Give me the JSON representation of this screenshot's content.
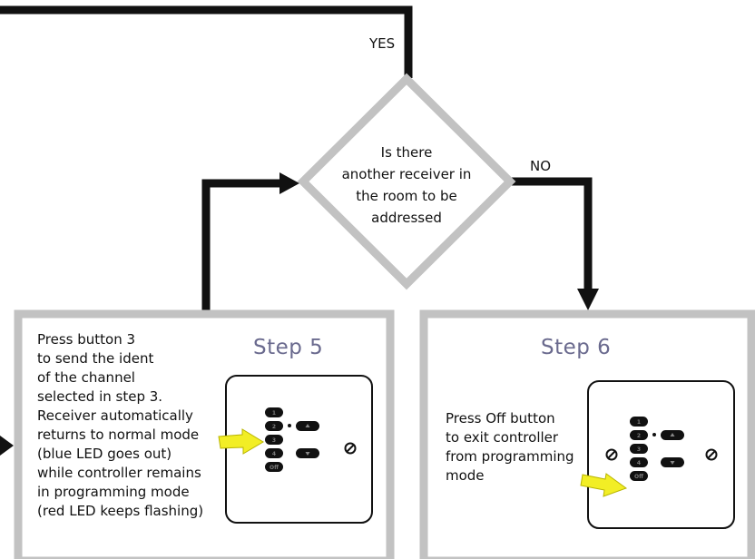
{
  "decision": {
    "question_lines": [
      "Is there",
      "another receiver in",
      "the room to be",
      "addressed"
    ],
    "yes_label": "YES",
    "no_label": "NO"
  },
  "step5": {
    "title": "Step 5",
    "lines": [
      "Press button 3",
      "to send the ident",
      "of the channel",
      "selected in step 3.",
      "Receiver automatically",
      "returns to normal mode",
      "(blue LED goes out)",
      "while controller remains",
      "in programming mode",
      "(red LED keeps flashing)"
    ],
    "controller": {
      "buttons": [
        "1",
        "2",
        "3",
        "4",
        "Off"
      ],
      "highlighted_button": "3"
    }
  },
  "step6": {
    "title": "Step 6",
    "lines": [
      "Press Off button",
      "to exit controller",
      "from programming",
      "mode"
    ],
    "controller": {
      "buttons": [
        "1",
        "2",
        "3",
        "4",
        "Off"
      ],
      "highlighted_button": "Off"
    }
  },
  "colors": {
    "arrow": "#111111",
    "box_border": "#c2c2c2",
    "highlight_arrow": "#f2ee25",
    "title_text": "#6a6a8e"
  }
}
